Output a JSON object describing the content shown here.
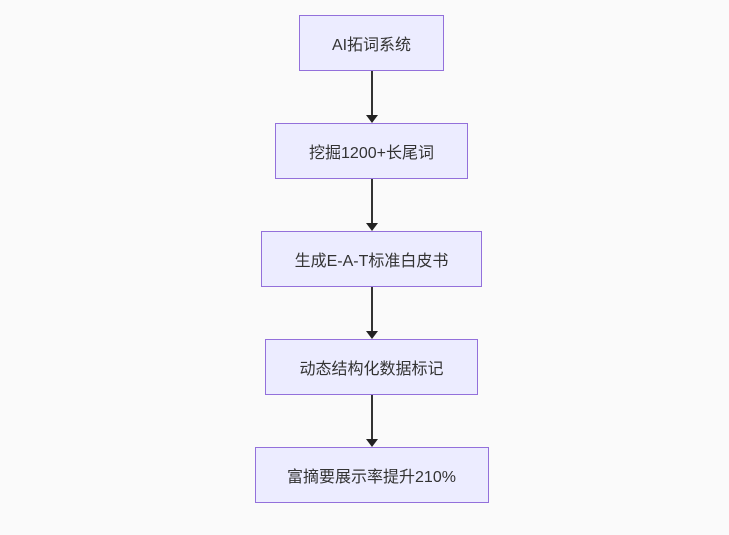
{
  "flowchart": {
    "type": "flowchart",
    "direction": "top-down",
    "nodes": [
      {
        "id": "node-1",
        "label": "AI拓词系统"
      },
      {
        "id": "node-2",
        "label": "挖掘1200+长尾词"
      },
      {
        "id": "node-3",
        "label": "生成E-A-T标准白皮书"
      },
      {
        "id": "node-4",
        "label": "动态结构化数据标记"
      },
      {
        "id": "node-5",
        "label": "富摘要展示率提升210%"
      }
    ],
    "edges": [
      {
        "from": "node-1",
        "to": "node-2",
        "style": "arrow-down"
      },
      {
        "from": "node-2",
        "to": "node-3",
        "style": "arrow-down"
      },
      {
        "from": "node-3",
        "to": "node-4",
        "style": "arrow-down"
      },
      {
        "from": "node-4",
        "to": "node-5",
        "style": "arrow-down"
      }
    ],
    "colors": {
      "node_fill": "#ECECFF",
      "node_border": "#9370DB",
      "edge_line": "#333333",
      "text": "#333333",
      "background": "#fafafa"
    }
  }
}
